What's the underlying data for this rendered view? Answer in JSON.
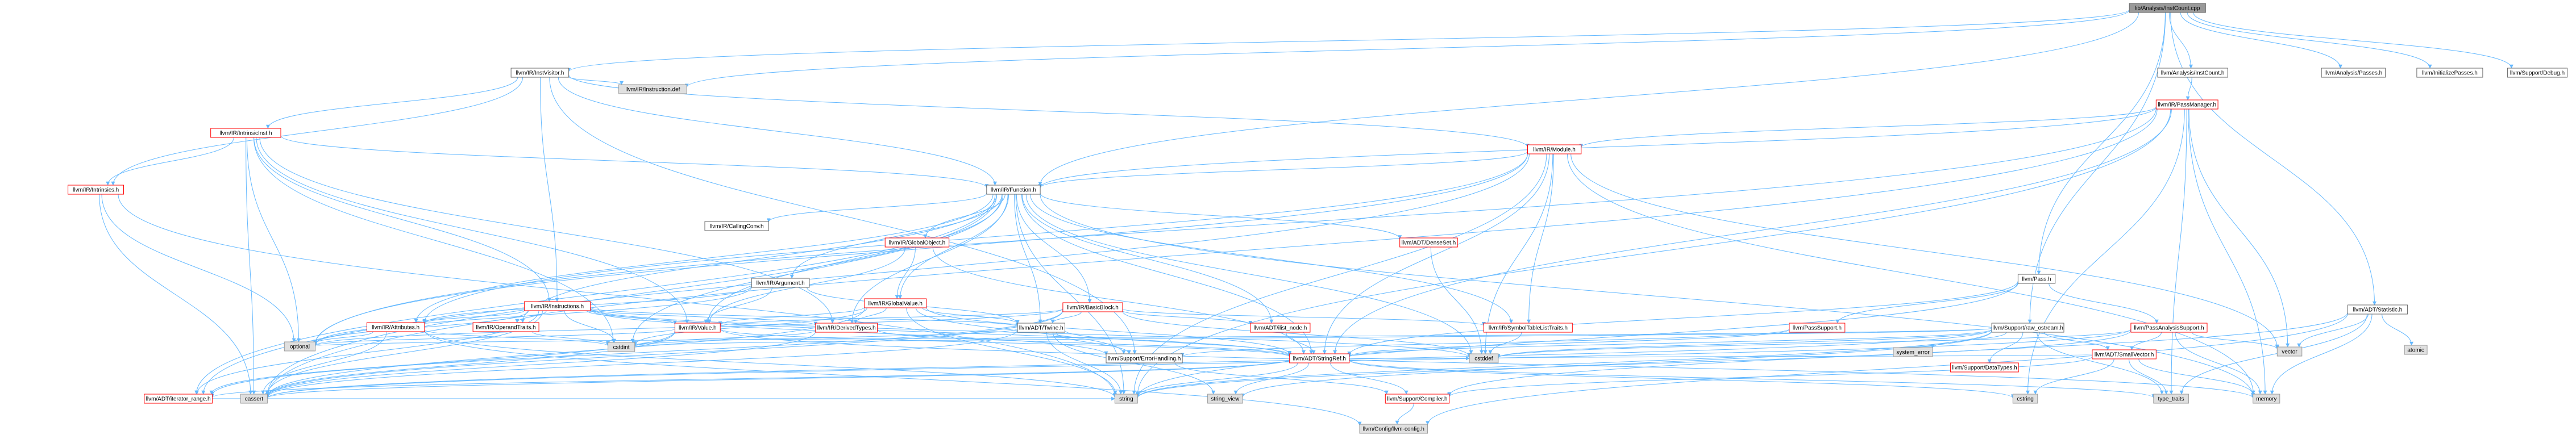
{
  "colors": {
    "root_fill": "#999999",
    "root_border": "#666666",
    "doc_fill": "#ffffff",
    "doc_border": "#666666",
    "incomplete_border": "#ff0000",
    "system_fill": "#e0e0e0",
    "system_border": "#999999",
    "edge": "#63b8ff"
  },
  "nodes": [
    {
      "id": "root",
      "label": "lib/Analysis/InstCount.cpp",
      "kind": "root"
    },
    {
      "id": "instvisitor",
      "label": "llvm/IR/InstVisitor.h",
      "kind": "doc"
    },
    {
      "id": "instcount_h",
      "label": "llvm/Analysis/InstCount.h",
      "kind": "doc"
    },
    {
      "id": "analysis_passes",
      "label": "llvm/Analysis/Passes.h",
      "kind": "doc"
    },
    {
      "id": "init_passes",
      "label": "llvm/InitializePasses.h",
      "kind": "doc"
    },
    {
      "id": "support_debug",
      "label": "llvm/Support/Debug.h",
      "kind": "doc"
    },
    {
      "id": "instruction_def",
      "label": "llvm/IR/Instruction.def",
      "kind": "system"
    },
    {
      "id": "passmanager",
      "label": "llvm/IR/PassManager.h",
      "kind": "incomplete"
    },
    {
      "id": "intrinsicinst",
      "label": "llvm/IR/IntrinsicInst.h",
      "kind": "incomplete"
    },
    {
      "id": "module",
      "label": "llvm/IR/Module.h",
      "kind": "incomplete"
    },
    {
      "id": "intrinsics",
      "label": "llvm/IR/Intrinsics.h",
      "kind": "incomplete"
    },
    {
      "id": "function",
      "label": "llvm/IR/Function.h",
      "kind": "doc"
    },
    {
      "id": "callingconv",
      "label": "llvm/IR/CallingConv.h",
      "kind": "doc"
    },
    {
      "id": "globalobject",
      "label": "llvm/IR/GlobalObject.h",
      "kind": "incomplete"
    },
    {
      "id": "densset",
      "label": "llvm/ADT/DenseSet.h",
      "kind": "incomplete"
    },
    {
      "id": "pass",
      "label": "llvm/Pass.h",
      "kind": "doc"
    },
    {
      "id": "statistic",
      "label": "llvm/ADT/Statistic.h",
      "kind": "doc"
    },
    {
      "id": "argument",
      "label": "llvm/IR/Argument.h",
      "kind": "doc"
    },
    {
      "id": "globalvalue",
      "label": "llvm/IR/GlobalValue.h",
      "kind": "incomplete"
    },
    {
      "id": "basicblock",
      "label": "llvm/IR/BasicBlock.h",
      "kind": "incomplete"
    },
    {
      "id": "instructions",
      "label": "llvm/IR/Instructions.h",
      "kind": "incomplete"
    },
    {
      "id": "attributes",
      "label": "llvm/IR/Attributes.h",
      "kind": "incomplete"
    },
    {
      "id": "operandtraits",
      "label": "llvm/IR/OperandTraits.h",
      "kind": "incomplete"
    },
    {
      "id": "value",
      "label": "llvm/IR/Value.h",
      "kind": "incomplete"
    },
    {
      "id": "derivedtypes",
      "label": "llvm/IR/DerivedTypes.h",
      "kind": "incomplete"
    },
    {
      "id": "twine",
      "label": "llvm/ADT/Twine.h",
      "kind": "doc"
    },
    {
      "id": "ilist_node",
      "label": "llvm/ADT/ilist_node.h",
      "kind": "incomplete"
    },
    {
      "id": "symtabtraits",
      "label": "llvm/IR/SymbolTableListTraits.h",
      "kind": "incomplete"
    },
    {
      "id": "passsupport",
      "label": "llvm/PassSupport.h",
      "kind": "incomplete"
    },
    {
      "id": "raw_ostream",
      "label": "llvm/Support/raw_ostream.h",
      "kind": "doc"
    },
    {
      "id": "passanalysissupport",
      "label": "llvm/PassAnalysisSupport.h",
      "kind": "incomplete"
    },
    {
      "id": "optional",
      "label": "optional",
      "kind": "system"
    },
    {
      "id": "cstdint",
      "label": "cstdint",
      "kind": "system"
    },
    {
      "id": "errorhandling",
      "label": "llvm/Support/ErrorHandling.h",
      "kind": "doc"
    },
    {
      "id": "stringref",
      "label": "llvm/ADT/StringRef.h",
      "kind": "incomplete"
    },
    {
      "id": "cstddef",
      "label": "cstddef",
      "kind": "system"
    },
    {
      "id": "system_error",
      "label": "system_error",
      "kind": "system"
    },
    {
      "id": "cstdatatypes",
      "label": "llvm/Support/DataTypes.h",
      "kind": "incomplete"
    },
    {
      "id": "smallvector",
      "label": "llvm/ADT/SmallVector.h",
      "kind": "incomplete"
    },
    {
      "id": "atomic",
      "label": "atomic",
      "kind": "system"
    },
    {
      "id": "vector",
      "label": "vector",
      "kind": "system"
    },
    {
      "id": "iterator_range",
      "label": "llvm/ADT/iterator_range.h",
      "kind": "incomplete"
    },
    {
      "id": "cassert",
      "label": "cassert",
      "kind": "system"
    },
    {
      "id": "string",
      "label": "string",
      "kind": "system"
    },
    {
      "id": "string_view",
      "label": "string_view",
      "kind": "system"
    },
    {
      "id": "compiler",
      "label": "llvm/Support/Compiler.h",
      "kind": "incomplete"
    },
    {
      "id": "cstring",
      "label": "cstring",
      "kind": "system"
    },
    {
      "id": "type_traits",
      "label": "type_traits",
      "kind": "system"
    },
    {
      "id": "memory",
      "label": "memory",
      "kind": "system"
    },
    {
      "id": "llvm_config",
      "label": "llvm/Config/llvm-config.h",
      "kind": "system"
    }
  ],
  "edges": [
    [
      "root",
      "instvisitor"
    ],
    [
      "root",
      "instcount_h"
    ],
    [
      "root",
      "analysis_passes"
    ],
    [
      "root",
      "init_passes"
    ],
    [
      "root",
      "support_debug"
    ],
    [
      "root",
      "function"
    ],
    [
      "root",
      "pass"
    ],
    [
      "root",
      "statistic"
    ],
    [
      "root",
      "raw_ostream"
    ],
    [
      "root",
      "instruction_def"
    ],
    [
      "instvisitor",
      "intrinsicinst"
    ],
    [
      "instvisitor",
      "module"
    ],
    [
      "instvisitor",
      "intrinsics"
    ],
    [
      "instvisitor",
      "function"
    ],
    [
      "instvisitor",
      "instructions"
    ],
    [
      "instvisitor",
      "instruction_def"
    ],
    [
      "instvisitor",
      "errorhandling"
    ],
    [
      "instcount_h",
      "passmanager"
    ],
    [
      "passmanager",
      "module"
    ],
    [
      "passmanager",
      "function"
    ],
    [
      "passmanager",
      "stringref"
    ],
    [
      "passmanager",
      "cassert"
    ],
    [
      "passmanager",
      "cstring"
    ],
    [
      "passmanager",
      "memory"
    ],
    [
      "passmanager",
      "vector"
    ],
    [
      "passmanager",
      "type_traits"
    ],
    [
      "passmanager",
      "optional"
    ],
    [
      "passmanager",
      "string"
    ],
    [
      "intrinsicinst",
      "intrinsics"
    ],
    [
      "intrinsicinst",
      "function"
    ],
    [
      "intrinsicinst",
      "instructions"
    ],
    [
      "intrinsicinst",
      "value"
    ],
    [
      "intrinsicinst",
      "derivedtypes"
    ],
    [
      "intrinsicinst",
      "cassert"
    ],
    [
      "intrinsicinst",
      "cstdint"
    ],
    [
      "intrinsicinst",
      "optional"
    ],
    [
      "module",
      "function"
    ],
    [
      "module",
      "attributes"
    ],
    [
      "module",
      "symtabtraits"
    ],
    [
      "module",
      "stringref"
    ],
    [
      "module",
      "iterator_range"
    ],
    [
      "module",
      "memory"
    ],
    [
      "module",
      "vector"
    ],
    [
      "module",
      "optional"
    ],
    [
      "module",
      "string"
    ],
    [
      "module",
      "cstddef"
    ],
    [
      "intrinsics",
      "cassert"
    ],
    [
      "intrinsics",
      "optional"
    ],
    [
      "intrinsics",
      "string"
    ],
    [
      "function",
      "callingconv"
    ],
    [
      "function",
      "globalobject"
    ],
    [
      "function",
      "densset"
    ],
    [
      "function",
      "argument"
    ],
    [
      "function",
      "globalvalue"
    ],
    [
      "function",
      "basicblock"
    ],
    [
      "function",
      "attributes"
    ],
    [
      "function",
      "operandtraits"
    ],
    [
      "function",
      "value"
    ],
    [
      "function",
      "derivedtypes"
    ],
    [
      "function",
      "twine"
    ],
    [
      "function",
      "ilist_node"
    ],
    [
      "function",
      "symtabtraits"
    ],
    [
      "function",
      "stringref"
    ],
    [
      "function",
      "iterator_range"
    ],
    [
      "function",
      "cassert"
    ],
    [
      "function",
      "cstddef"
    ],
    [
      "function",
      "cstdint"
    ],
    [
      "function",
      "memory"
    ],
    [
      "function",
      "string"
    ],
    [
      "globalobject",
      "globalvalue"
    ],
    [
      "globalobject",
      "value"
    ],
    [
      "globalobject",
      "stringref"
    ],
    [
      "densset",
      "cstddef"
    ],
    [
      "argument",
      "attributes"
    ],
    [
      "argument",
      "value"
    ],
    [
      "argument",
      "twine"
    ],
    [
      "argument",
      "optional"
    ],
    [
      "globalvalue",
      "value"
    ],
    [
      "globalvalue",
      "derivedtypes"
    ],
    [
      "globalvalue",
      "twine"
    ],
    [
      "globalvalue",
      "stringref"
    ],
    [
      "globalvalue",
      "errorhandling"
    ],
    [
      "globalvalue",
      "cassert"
    ],
    [
      "globalvalue",
      "cstdint"
    ],
    [
      "globalvalue",
      "string"
    ],
    [
      "basicblock",
      "twine"
    ],
    [
      "basicblock",
      "value"
    ],
    [
      "basicblock",
      "symtabtraits"
    ],
    [
      "basicblock",
      "ilist_node"
    ],
    [
      "basicblock",
      "iterator_range"
    ],
    [
      "basicblock",
      "cassert"
    ],
    [
      "basicblock",
      "cstddef"
    ],
    [
      "basicblock",
      "optional"
    ],
    [
      "instructions",
      "attributes"
    ],
    [
      "instructions",
      "operandtraits"
    ],
    [
      "instructions",
      "value"
    ],
    [
      "instructions",
      "derivedtypes"
    ],
    [
      "instructions",
      "twine"
    ],
    [
      "instructions",
      "stringref"
    ],
    [
      "instructions",
      "iterator_range"
    ],
    [
      "instructions",
      "errorhandling"
    ],
    [
      "instructions",
      "cassert"
    ],
    [
      "instructions",
      "cstddef"
    ],
    [
      "instructions",
      "cstdint"
    ],
    [
      "instructions",
      "optional"
    ],
    [
      "attributes",
      "cassert"
    ],
    [
      "attributes",
      "cstdint"
    ],
    [
      "attributes",
      "optional"
    ],
    [
      "attributes",
      "string"
    ],
    [
      "attributes",
      "llvm_config"
    ],
    [
      "operandtraits",
      "cstdint"
    ],
    [
      "value",
      "stringref"
    ],
    [
      "value",
      "iterator_range"
    ],
    [
      "value",
      "cassert"
    ],
    [
      "value",
      "memory"
    ],
    [
      "value",
      "optional"
    ],
    [
      "derivedtypes",
      "stringref"
    ],
    [
      "derivedtypes",
      "cassert"
    ],
    [
      "derivedtypes",
      "cstdint"
    ],
    [
      "twine",
      "stringref"
    ],
    [
      "twine",
      "errorhandling"
    ],
    [
      "twine",
      "cassert"
    ],
    [
      "twine",
      "cstdint"
    ],
    [
      "twine",
      "string"
    ],
    [
      "twine",
      "string_view"
    ],
    [
      "ilist_node",
      "stringref"
    ],
    [
      "symtabtraits",
      "cstddef"
    ],
    [
      "pass",
      "passsupport"
    ],
    [
      "pass",
      "passanalysissupport"
    ],
    [
      "pass",
      "stringref"
    ],
    [
      "pass",
      "string"
    ],
    [
      "passsupport",
      "stringref"
    ],
    [
      "passsupport",
      "errorhandling"
    ],
    [
      "passanalysissupport",
      "smallvector"
    ],
    [
      "passanalysissupport",
      "cassert"
    ],
    [
      "passanalysissupport",
      "cstddef"
    ],
    [
      "passanalysissupport",
      "memory"
    ],
    [
      "passanalysissupport",
      "vector"
    ],
    [
      "passanalysissupport",
      "string"
    ],
    [
      "statistic",
      "compiler"
    ],
    [
      "statistic",
      "llvm_config"
    ],
    [
      "statistic",
      "atomic"
    ],
    [
      "statistic",
      "memory"
    ],
    [
      "statistic",
      "vector"
    ],
    [
      "statistic",
      "type_traits"
    ],
    [
      "raw_ostream",
      "stringref"
    ],
    [
      "raw_ostream",
      "cstdatatypes"
    ],
    [
      "raw_ostream",
      "system_error"
    ],
    [
      "raw_ostream",
      "smallvector"
    ],
    [
      "raw_ostream",
      "cassert"
    ],
    [
      "raw_ostream",
      "cstddef"
    ],
    [
      "raw_ostream",
      "cstdint"
    ],
    [
      "raw_ostream",
      "string"
    ],
    [
      "raw_ostream",
      "string_view"
    ],
    [
      "raw_ostream",
      "optional"
    ],
    [
      "raw_ostream",
      "type_traits"
    ],
    [
      "errorhandling",
      "compiler"
    ],
    [
      "stringref",
      "compiler"
    ],
    [
      "stringref",
      "iterator_range"
    ],
    [
      "stringref",
      "cassert"
    ],
    [
      "stringref",
      "cstddef"
    ],
    [
      "stringref",
      "cstring"
    ],
    [
      "stringref",
      "string"
    ],
    [
      "stringref",
      "string_view"
    ],
    [
      "stringref",
      "type_traits"
    ],
    [
      "smallvector",
      "compiler"
    ],
    [
      "smallvector",
      "type_traits"
    ],
    [
      "smallvector",
      "cstring"
    ],
    [
      "smallvector",
      "memory"
    ],
    [
      "smallvector",
      "cstddef"
    ],
    [
      "compiler",
      "llvm_config"
    ],
    [
      "iterator_range",
      "string"
    ]
  ]
}
